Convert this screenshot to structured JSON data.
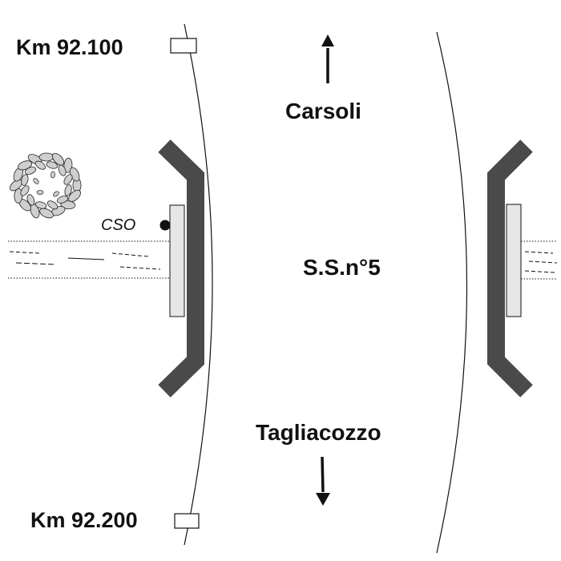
{
  "labels": {
    "km_top": "Km 92.100",
    "km_bottom": "Km 92.200",
    "direction_top": "Carsoli",
    "direction_bottom": "Tagliacozzo",
    "road_name": "S.S.n°5",
    "station": "CSO"
  },
  "colors": {
    "abutment": "#4a4a4a",
    "bridge_deck": "#e6e6e6",
    "tree_leaf": "#cfcfcf",
    "line": "#111111"
  },
  "icons": {
    "tree": "tree-canopy-icon",
    "arrow_up": "arrow-up-icon",
    "arrow_down": "arrow-down-icon",
    "station_marker": "dot-marker-icon"
  }
}
